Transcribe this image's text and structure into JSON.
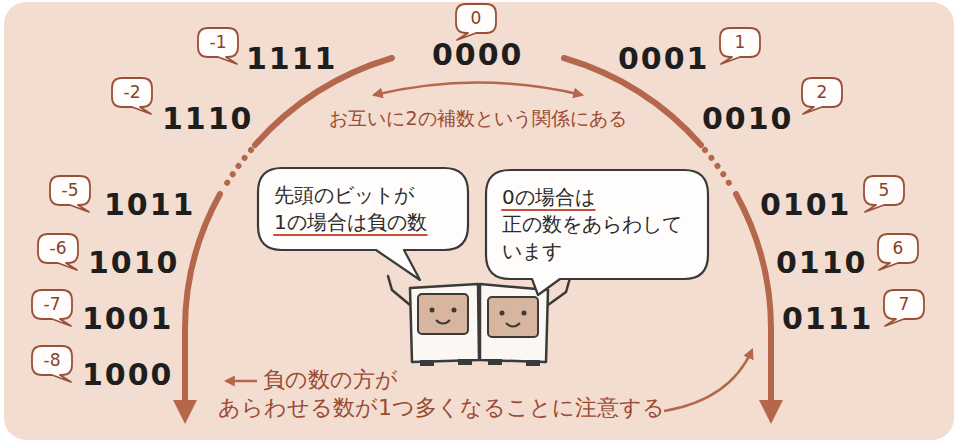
{
  "diagram": {
    "nodes": [
      {
        "text": [
          "0"
        ]
      },
      {
        "text": [
          "-1"
        ]
      },
      {
        "text": [
          "1"
        ]
      },
      {
        "text": [
          "-2"
        ]
      },
      {
        "text": [
          "2"
        ]
      },
      {
        "text": [
          "先頭のビットが 1の場合は負の数"
        ]
      },
      {
        "text": [
          "0の場合は 正の数をあらわして います"
        ]
      },
      {
        "text": [
          "-5"
        ]
      },
      {
        "text": [
          "5"
        ]
      },
      {
        "text": [
          "-6"
        ]
      },
      {
        "text": [
          "6"
        ]
      },
      {
        "text": [
          "-7"
        ]
      },
      {
        "text": [
          "7"
        ]
      },
      {
        "text": [
          "-8"
        ]
      }
    ],
    "labels": [
      "0000",
      "1111",
      "0001",
      "1110",
      "0010",
      "お互いに2の補数という関係にある",
      "1011",
      "0101",
      "1010",
      "0110",
      "1001",
      "0111",
      "1000",
      "負の数の方が あらわせる数が1つ多くなることに注意する"
    ]
  }
}
